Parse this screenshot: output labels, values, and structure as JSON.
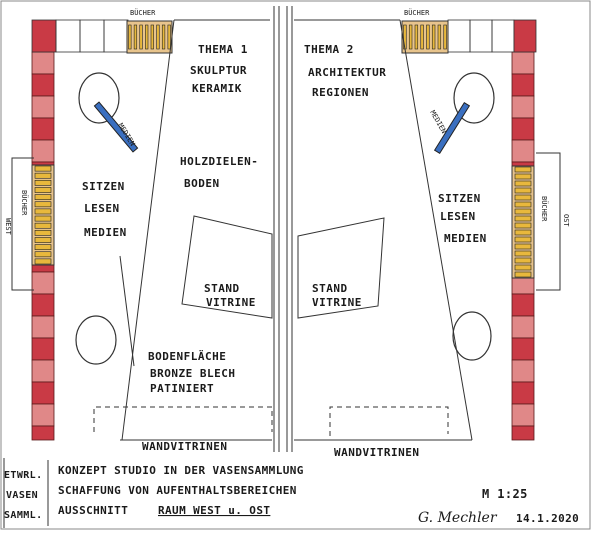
{
  "colors": {
    "wall_red": "#c93a45",
    "wall_red_light": "#e08888",
    "book_yellow": "#e8b83c",
    "book_tan": "#e8c48c",
    "media_blue": "#3a6fc0",
    "ink": "#1a1a1a"
  },
  "plan": {
    "top_books_left": "BÜCHER",
    "top_books_right": "BÜCHER",
    "theme_left": [
      "THEMA 1",
      "SKULPTUR",
      "KERAMIK"
    ],
    "theme_right": [
      "THEMA 2",
      "ARCHITEKTUR",
      "REGIONEN"
    ],
    "floor_wood": [
      "HOLZDIELEN-",
      "BODEN"
    ],
    "media_left": "MEDIEN",
    "media_right": "MEDIEN",
    "zone_left": [
      "SITZEN",
      "LESEN",
      "MEDIEN"
    ],
    "zone_right": [
      "SITZEN",
      "LESEN",
      "MEDIEN"
    ],
    "west_books": "BÜCHER",
    "west": "WEST",
    "east_books": "BÜCHER",
    "east": "OST",
    "stand_left": [
      "STAND",
      "VITRINE"
    ],
    "stand_right": [
      "STAND",
      "VITRINE"
    ],
    "floor_bronze": [
      "BODENFLÄCHE",
      "BRONZE BLECH",
      "PATINIERT"
    ],
    "wall_left": "WANDVITRINEN",
    "wall_right": "WANDVITRINEN"
  },
  "footer": {
    "side_labels": [
      "ETWRL.",
      "VASEN",
      "SAMML."
    ],
    "line1": "KONZEPT STUDIO IN DER VASENSAMMLUNG",
    "line2": "SCHAFFUNG VON AUFENTHALTSBEREICHEN",
    "line3_prefix": "AUSSCHNITT",
    "line3_underlined": "RAUM WEST u. OST",
    "scale": "M 1:25",
    "signature": "G. Mechler",
    "date": "14.1.2020"
  }
}
